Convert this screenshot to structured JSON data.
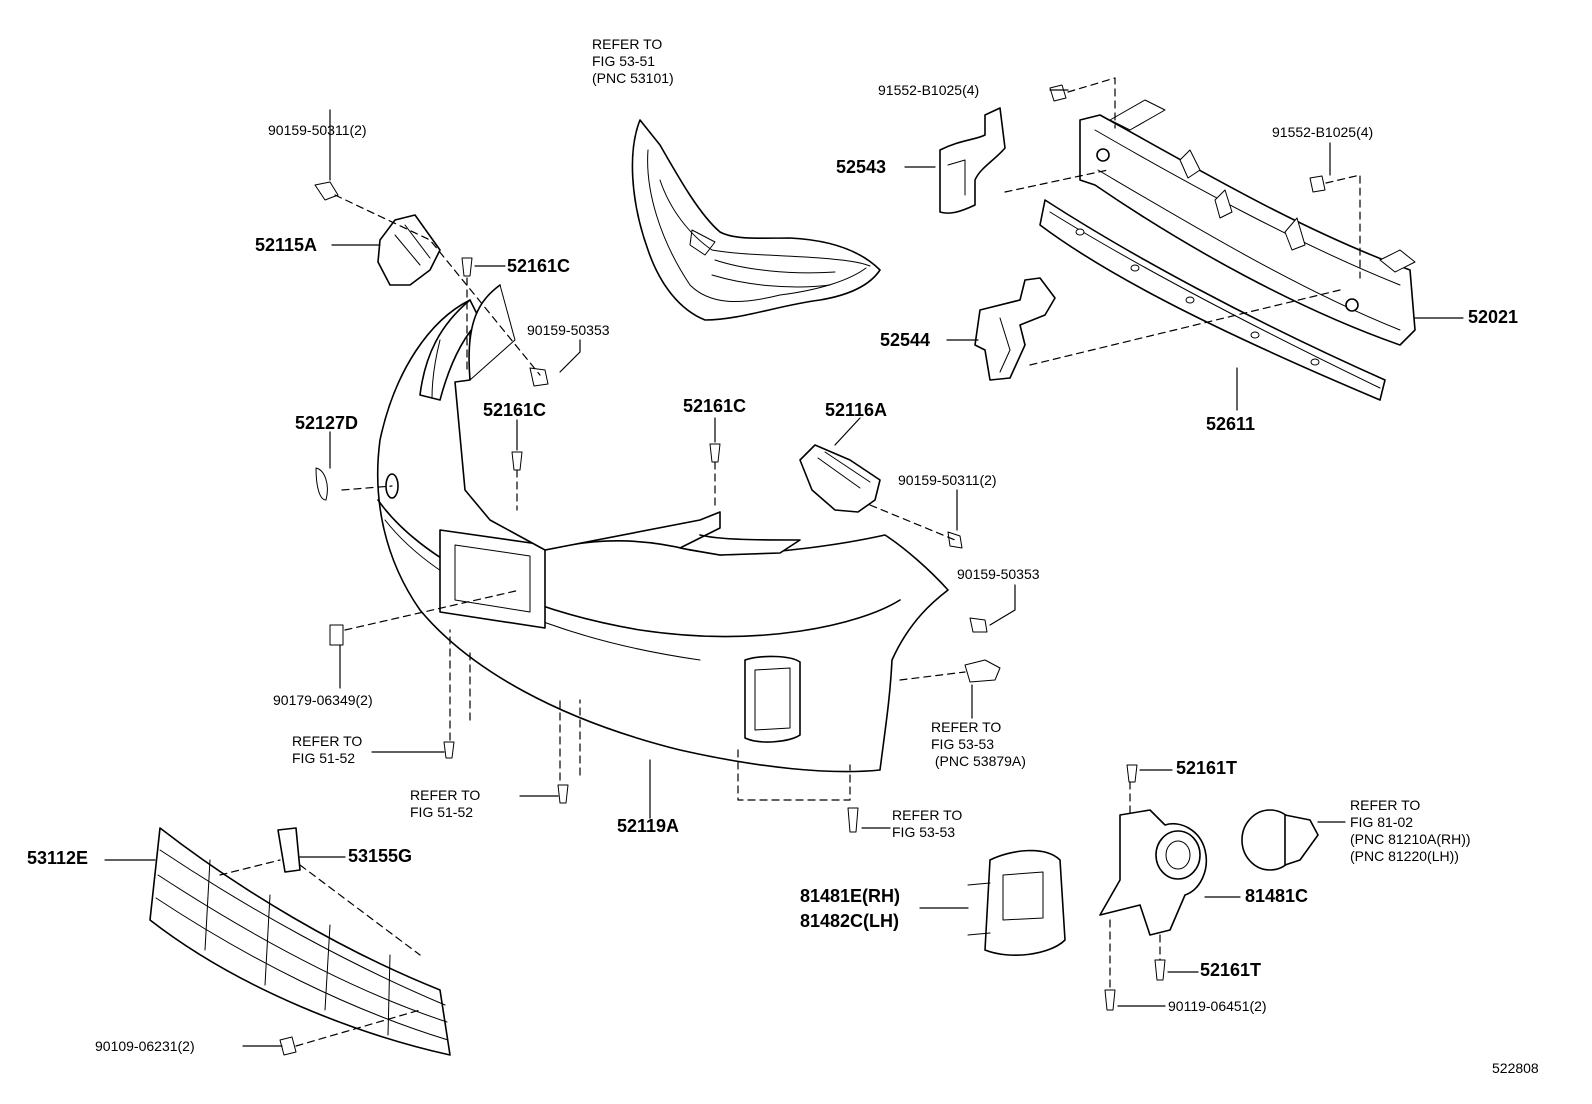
{
  "diagram": {
    "figure_id": "522808",
    "labels": {
      "refer_53_51": "REFER TO\nFIG 53-51\n(PNC 53101)",
      "bolt_91552_top": "91552-B1025(4)",
      "bolt_91552_right": "91552-B1025(4)",
      "screw_90159_50311_left": "90159-50311(2)",
      "p52543": "52543",
      "p52115A": "52115A",
      "p52161C_top": "52161C",
      "screw_90159_50353_left": "90159-50353",
      "p52544": "52544",
      "p52021": "52021",
      "p52127D": "52127D",
      "p52161C_mid": "52161C",
      "p52161C_right": "52161C",
      "p52116A": "52116A",
      "p52611": "52611",
      "screw_90159_50311_right": "90159-50311(2)",
      "screw_90159_50353_right": "90159-50353",
      "screw_90179_06349": "90179-06349(2)",
      "refer_51_52_left": "REFER TO\nFIG 51-52",
      "refer_53_53_sensor": "REFER TO\nFIG 53-53\n (PNC 53879A)",
      "refer_51_52_mid": "REFER TO\nFIG 51-52",
      "p52119A": "52119A",
      "p52161T_top": "52161T",
      "refer_53_53_clip": "REFER TO\nFIG 53-53",
      "refer_81_02": "REFER TO\nFIG 81-02\n(PNC 81210A(RH))\n(PNC 81220(LH))",
      "p53112E": "53112E",
      "p53155G": "53155G",
      "p81481E": "81481E(RH)",
      "p81482C": "81482C(LH)",
      "p81481C": "81481C",
      "p52161T_bottom": "52161T",
      "screw_90119_06451": "90119-06451(2)",
      "screw_90109_06231": "90109-06231(2)"
    }
  }
}
